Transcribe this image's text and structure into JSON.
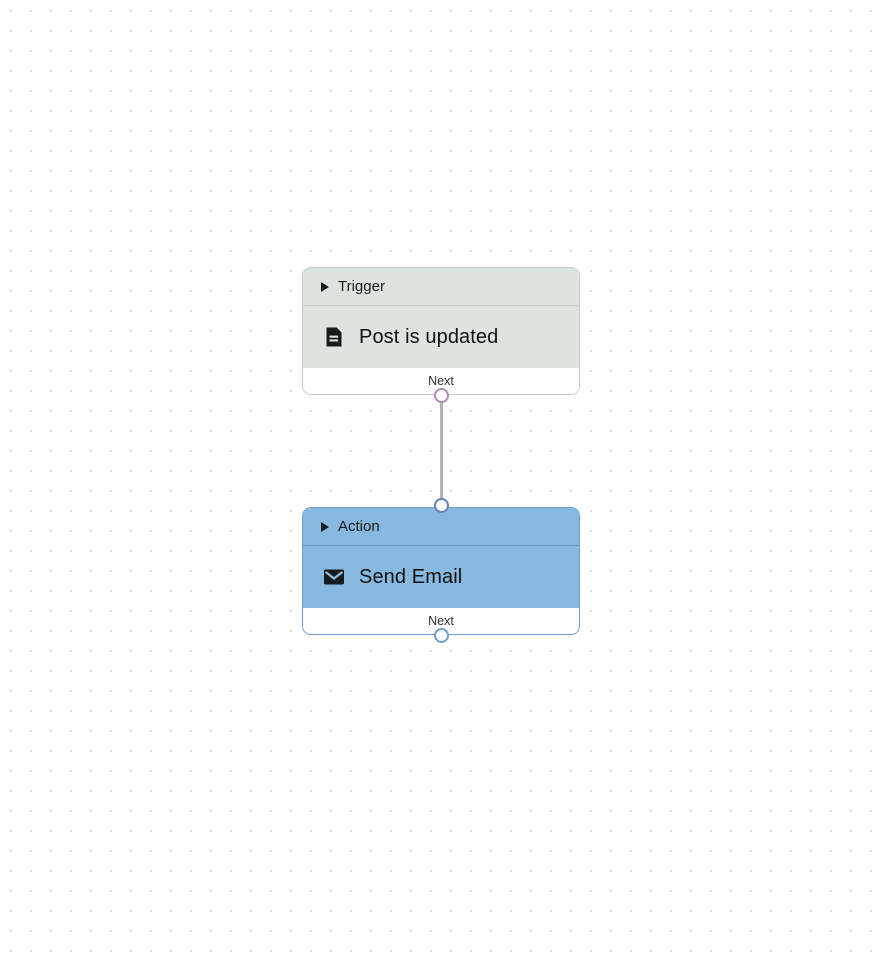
{
  "canvas": {
    "grid_dot_color": "#dedede",
    "background_color": "#ffffff"
  },
  "edges": [
    {
      "id": "trigger-to-action",
      "from": "trigger-next-handle",
      "to": "action-input-handle",
      "color": "#b3b3b3"
    }
  ],
  "nodes": [
    {
      "id": "trigger",
      "header_label": "Trigger",
      "title": "Post is updated",
      "icon": "document-icon",
      "footer_label": "Next",
      "accent_color": "#dde4df",
      "border_color": "#c2cec6",
      "output_handle_color": "#b388bd"
    },
    {
      "id": "action",
      "header_label": "Action",
      "title": "Send Email",
      "icon": "envelope-icon",
      "footer_label": "Next",
      "accent_color": "#86b8e0",
      "border_color": "#6fa0cc",
      "input_handle_color": "#5d87ad",
      "output_handle_color": "#6fa0cc"
    }
  ]
}
